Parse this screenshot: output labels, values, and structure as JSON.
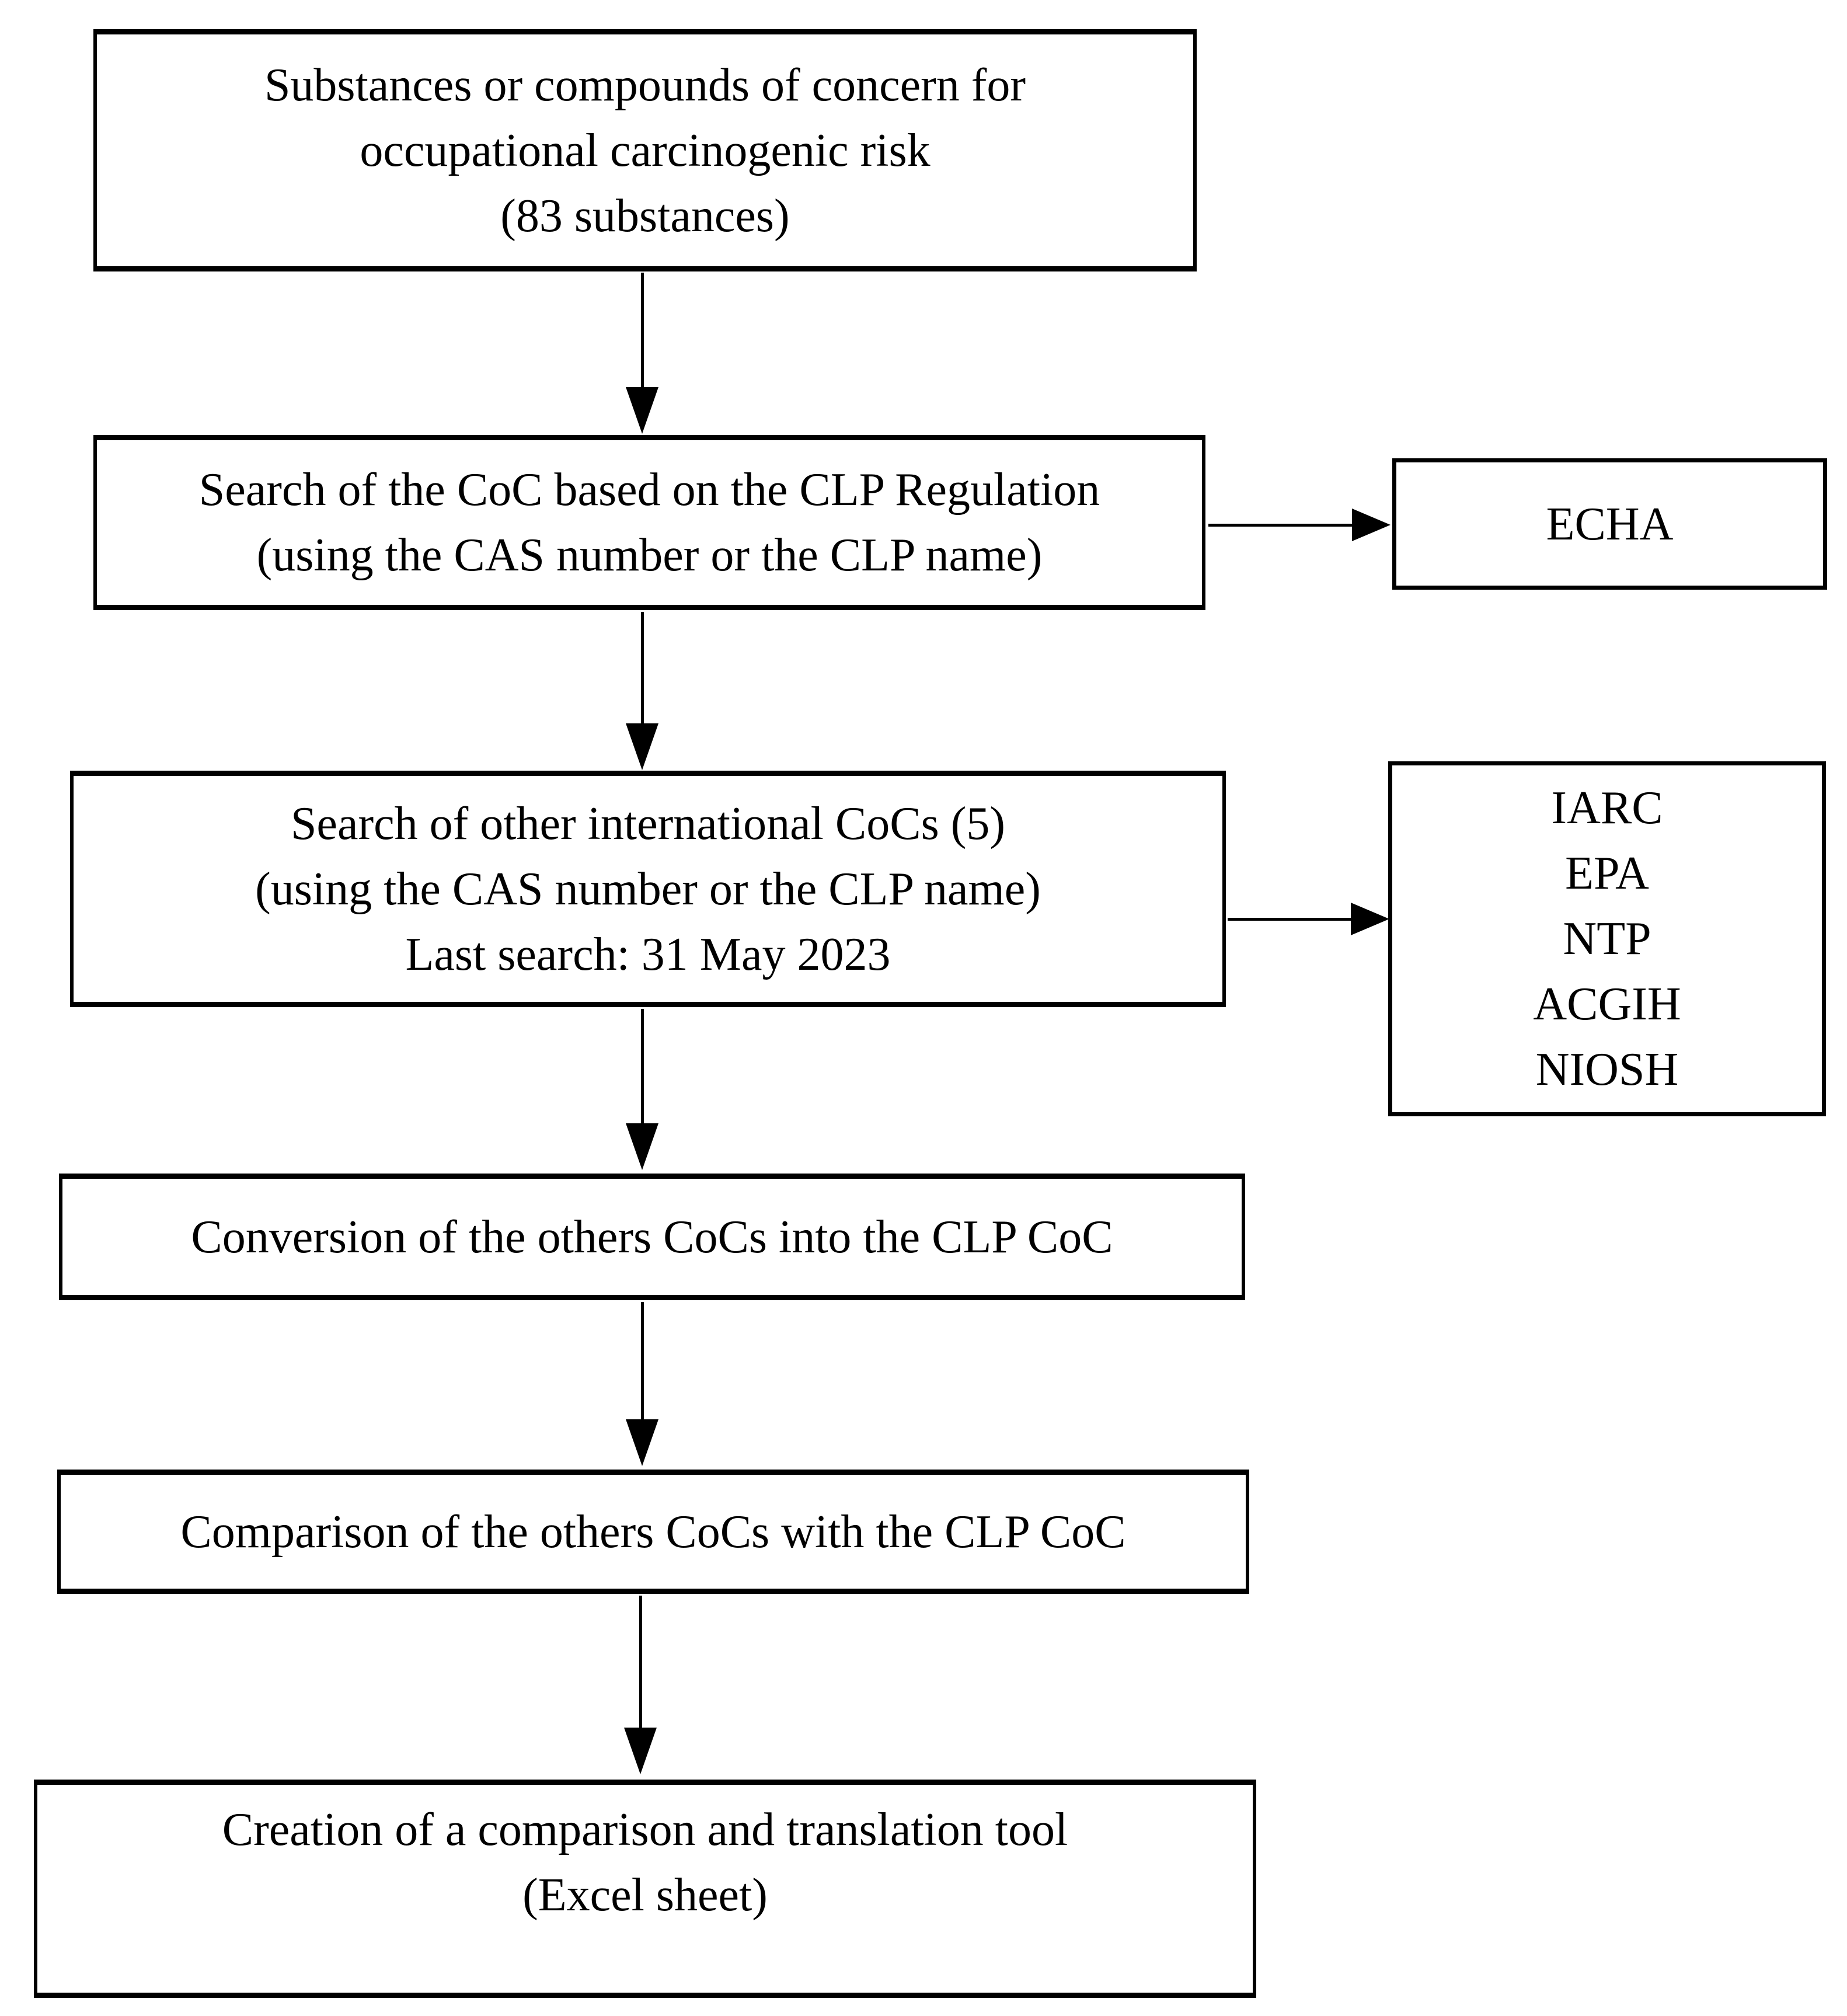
{
  "diagram": {
    "type": "flowchart",
    "colors": {
      "background": "#ffffff",
      "box_fill": "#ffffff",
      "box_border": "#000000",
      "text": "#000000",
      "arrow": "#000000"
    },
    "nodes": {
      "substances": {
        "text": "Substances or compounds of concern for\noccupational carcinogenic risk\n(83 substances)"
      },
      "clp_search": {
        "text": "Search of the CoC based on the CLP Regulation\n(using the CAS number or the CLP name)"
      },
      "echa": {
        "text": "ECHA"
      },
      "intl_search": {
        "text": "Search of other international CoCs (5)\n(using the CAS number or the CLP name)\nLast search: 31 May 2023"
      },
      "agencies": {
        "text": "IARC\nEPA\nNTP\nACGIH\nNIOSH"
      },
      "conversion": {
        "text": "Conversion of the others CoCs into the CLP CoC"
      },
      "comparison": {
        "text": "Comparison of the others CoCs with the CLP CoC"
      },
      "creation": {
        "text": "Creation of a comparison and translation tool\n(Excel sheet)"
      }
    },
    "edges": [
      {
        "from": "substances",
        "to": "clp_search",
        "direction": "down"
      },
      {
        "from": "clp_search",
        "to": "echa",
        "direction": "right"
      },
      {
        "from": "clp_search",
        "to": "intl_search",
        "direction": "down"
      },
      {
        "from": "intl_search",
        "to": "agencies",
        "direction": "right"
      },
      {
        "from": "intl_search",
        "to": "conversion",
        "direction": "down"
      },
      {
        "from": "conversion",
        "to": "comparison",
        "direction": "down"
      },
      {
        "from": "comparison",
        "to": "creation",
        "direction": "down"
      }
    ]
  }
}
